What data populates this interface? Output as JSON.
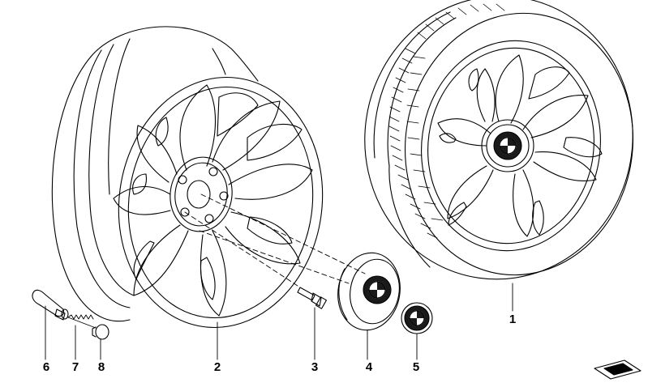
{
  "callouts": [
    {
      "id": "1",
      "label": "1"
    },
    {
      "id": "2",
      "label": "2"
    },
    {
      "id": "3",
      "label": "3"
    },
    {
      "id": "4",
      "label": "4"
    },
    {
      "id": "5",
      "label": "5"
    },
    {
      "id": "6",
      "label": "6"
    },
    {
      "id": "7",
      "label": "7"
    },
    {
      "id": "8",
      "label": "8"
    }
  ],
  "colors": {
    "line": "#000000",
    "background": "#ffffff",
    "emblem_blue": "#1a1a1a"
  }
}
